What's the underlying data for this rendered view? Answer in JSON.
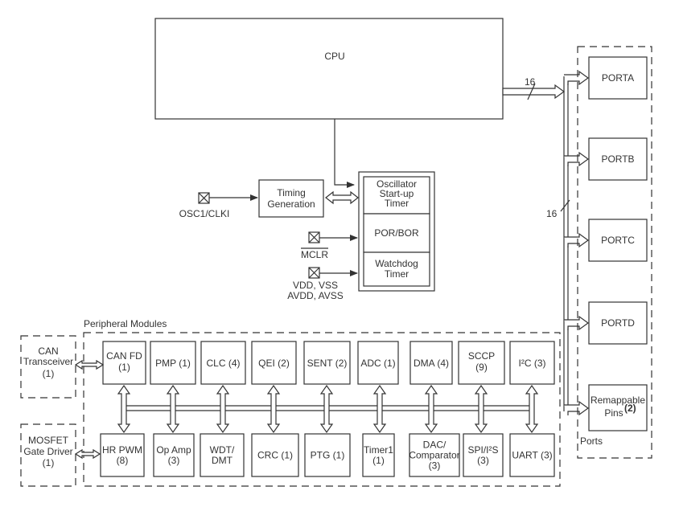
{
  "cpu": {
    "label": "CPU"
  },
  "bus_width_labels": {
    "cpu_to_ports": "16",
    "ports_bus": "16"
  },
  "timing": {
    "label_line1": "Timing",
    "label_line2": "Generation"
  },
  "osc_pin": {
    "label": "OSC1/CLKI"
  },
  "mclr_pin": {
    "label": "MCLR"
  },
  "power_pins": {
    "label_line1": "VDD, VSS",
    "label_line2": "AVDD, AVSS"
  },
  "reset_block": {
    "osc_line1": "Oscillator",
    "osc_line2": "Start-up",
    "osc_line3": "Timer",
    "por": "POR/BOR",
    "wdt_line1": "Watchdog",
    "wdt_line2": "Timer"
  },
  "peripherals": {
    "title": "Peripheral Modules",
    "top": [
      {
        "l1": "CAN FD",
        "l2": "(1)"
      },
      {
        "l1": "PMP (1)",
        "l2": ""
      },
      {
        "l1": "CLC (4)",
        "l2": ""
      },
      {
        "l1": "QEI (2)",
        "l2": ""
      },
      {
        "l1": "SENT (2)",
        "l2": ""
      },
      {
        "l1": "ADC (1)",
        "l2": ""
      },
      {
        "l1": "DMA (4)",
        "l2": ""
      },
      {
        "l1": "SCCP",
        "l2": "(9)"
      },
      {
        "l1": "I²C (3)",
        "l2": ""
      }
    ],
    "bottom": [
      {
        "l1": "HR PWM",
        "l2": "(8)",
        "l3": ""
      },
      {
        "l1": "Op Amp",
        "l2": "(3)",
        "l3": ""
      },
      {
        "l1": "WDT/",
        "l2": "DMT",
        "l3": ""
      },
      {
        "l1": "CRC (1)",
        "l2": "",
        "l3": ""
      },
      {
        "l1": "PTG (1)",
        "l2": "",
        "l3": ""
      },
      {
        "l1": "Timer1",
        "l2": "(1)",
        "l3": ""
      },
      {
        "l1": "DAC/",
        "l2": "Comparator",
        "l3": "(3)"
      },
      {
        "l1": "SPI/I²S",
        "l2": "(3)",
        "l3": ""
      },
      {
        "l1": "UART (3)",
        "l2": "",
        "l3": ""
      }
    ]
  },
  "external": {
    "can": {
      "l1": "CAN",
      "l2": "Transceiver",
      "l3": "(1)"
    },
    "mosfet": {
      "l1": "MOSFET",
      "l2": "Gate Driver",
      "l3": "(1)"
    }
  },
  "ports": {
    "title": "Ports",
    "items": [
      {
        "label": "PORTA"
      },
      {
        "label": "PORTB"
      },
      {
        "label": "PORTC"
      },
      {
        "label": "PORTD"
      }
    ],
    "remappable_l1": "Remappable",
    "remappable_l2": "Pins",
    "remappable_note": "(2)"
  }
}
